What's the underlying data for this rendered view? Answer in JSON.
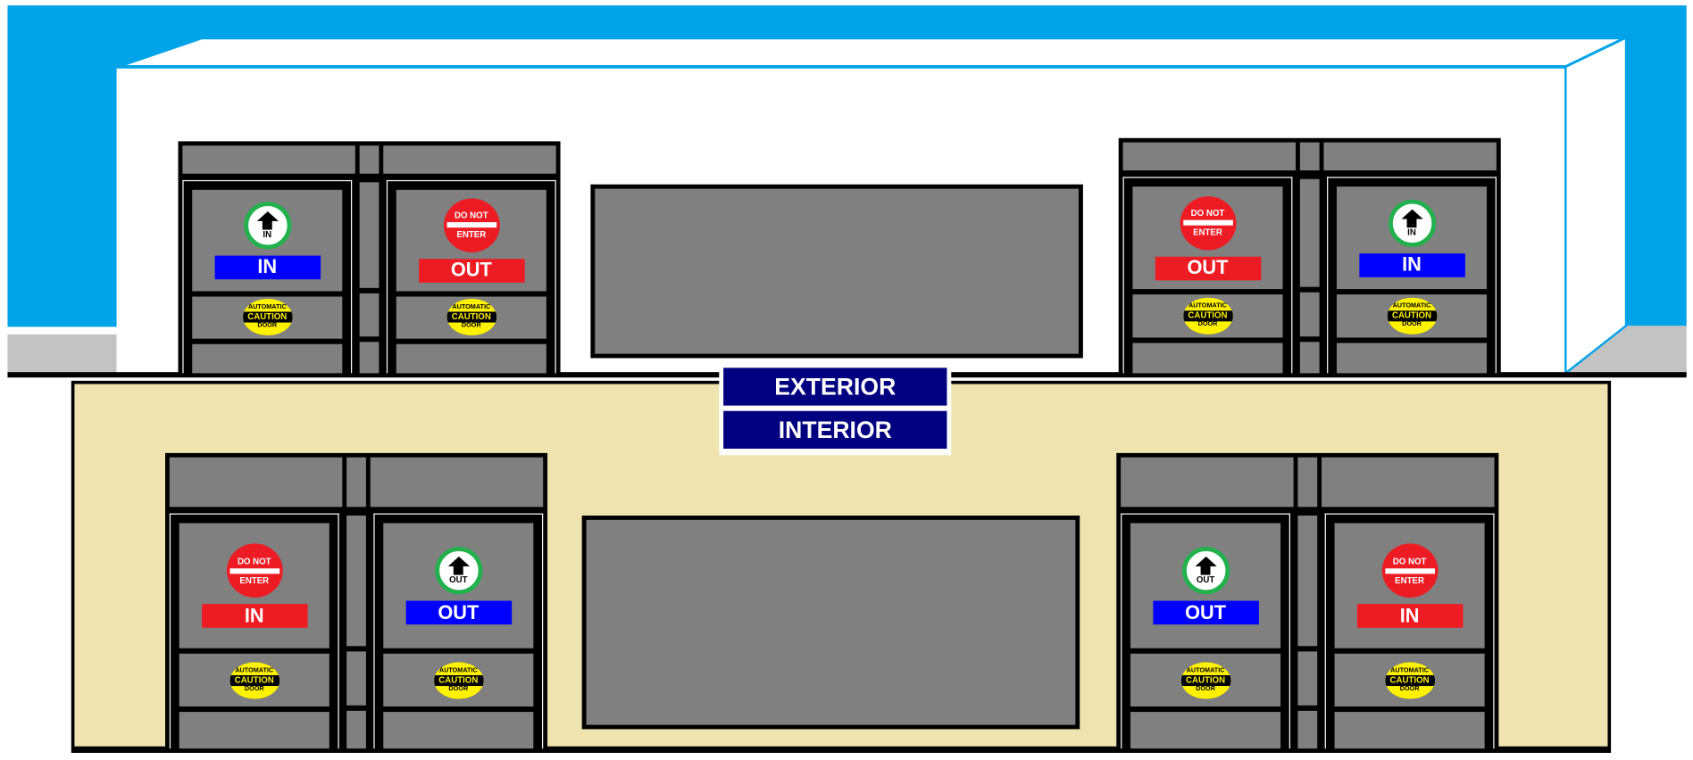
{
  "colors": {
    "sky_blue": "#00a2e8",
    "beige": "#efe4b0",
    "navy": "#000080",
    "blue_label": "#0000ff",
    "red_label": "#ed1c24",
    "green_ring": "#22b14c",
    "caution_yellow": "#fff200",
    "glass": "#808080"
  },
  "signs": {
    "exterior": "EXTERIOR",
    "interior": "INTERIOR"
  },
  "caution": {
    "top": "AUTOMATIC",
    "middle": "CAUTION",
    "bottom": "DOOR"
  },
  "do_not_enter": {
    "top": "DO NOT",
    "bottom": "ENTER"
  },
  "door_sets": [
    {
      "name": "exterior-left",
      "doors": [
        {
          "sign": "arrow",
          "sign_text": "IN",
          "label": "IN",
          "label_color": "#0000ff"
        },
        {
          "sign": "do-not-enter",
          "label": "OUT",
          "label_color": "#ed1c24"
        }
      ]
    },
    {
      "name": "exterior-right",
      "doors": [
        {
          "sign": "do-not-enter",
          "label": "OUT",
          "label_color": "#ed1c24"
        },
        {
          "sign": "arrow",
          "sign_text": "IN",
          "label": "IN",
          "label_color": "#0000ff"
        }
      ]
    },
    {
      "name": "interior-left",
      "doors": [
        {
          "sign": "do-not-enter",
          "label": "IN",
          "label_color": "#ed1c24"
        },
        {
          "sign": "arrow",
          "sign_text": "OUT",
          "label": "OUT",
          "label_color": "#0000ff"
        }
      ]
    },
    {
      "name": "interior-right",
      "doors": [
        {
          "sign": "arrow",
          "sign_text": "OUT",
          "label": "OUT",
          "label_color": "#0000ff"
        },
        {
          "sign": "do-not-enter",
          "label": "IN",
          "label_color": "#ed1c24"
        }
      ]
    }
  ]
}
